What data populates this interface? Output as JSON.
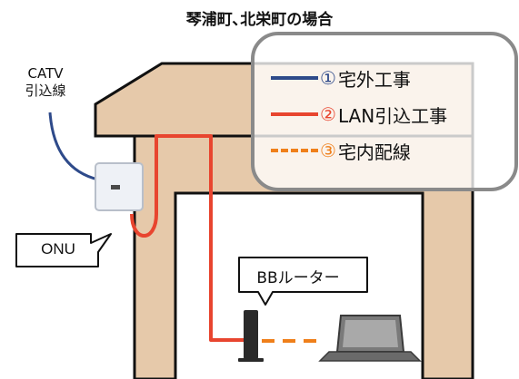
{
  "title": "琴浦町､北栄町の場合",
  "catv_label": "CATV\n引込線",
  "onu_label": "ONU",
  "router_label": "BBルーター",
  "legend": [
    {
      "num": "①",
      "text": "宅外工事",
      "color": "#2e4a8a",
      "style": "solid"
    },
    {
      "num": "②",
      "text": "LAN引込工事",
      "color": "#e8452f",
      "style": "solid"
    },
    {
      "num": "③",
      "text": "宅内配線",
      "color": "#ef7f1a",
      "style": "dashed"
    }
  ],
  "colors": {
    "house_wall": "#e6c9aa",
    "house_outline": "#111111",
    "legend_border": "#8a8a8a",
    "outside_line": "#2e4a8a",
    "lan_line": "#e8452f",
    "inside_line": "#ef7f1a"
  }
}
